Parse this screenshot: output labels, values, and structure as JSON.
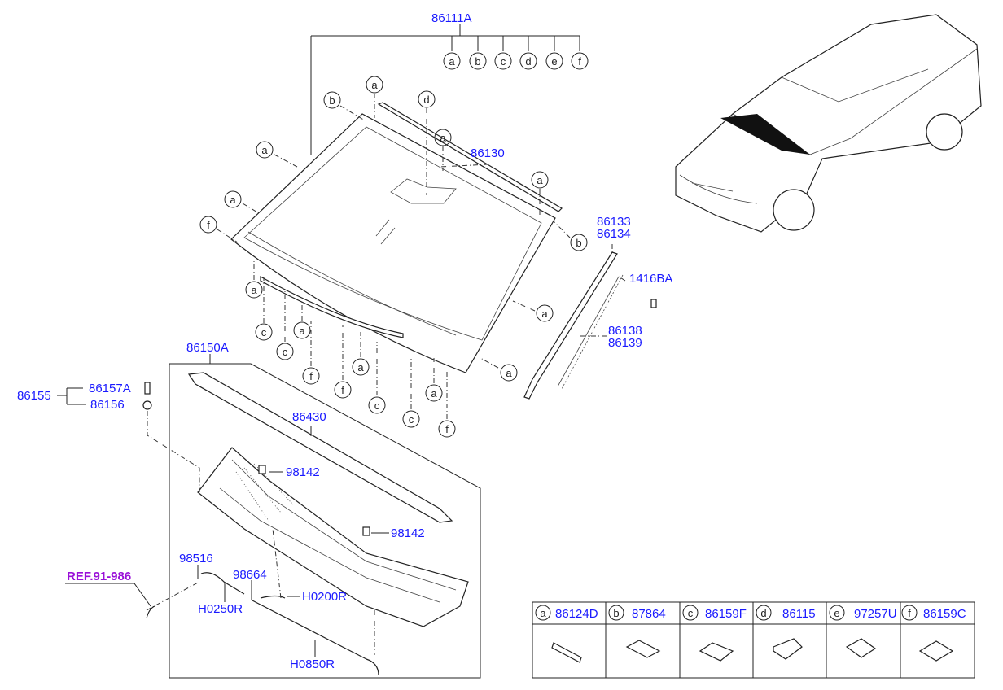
{
  "labels": {
    "p86111A": "86111A",
    "p86130": "86130",
    "p86133": "86133",
    "p86134": "86134",
    "p1416BA": "1416BA",
    "p86138": "86138",
    "p86139": "86139",
    "p86150A": "86150A",
    "p86155": "86155",
    "p86157A": "86157A",
    "p86156": "86156",
    "p86430": "86430",
    "p98142a": "98142",
    "p98142b": "98142",
    "p98516": "98516",
    "p98664": "98664",
    "pH0200R": "H0200R",
    "pH0250R": "H0250R",
    "pH0850R": "H0850R",
    "ref": "REF.91-986"
  },
  "top_callouts": [
    "a",
    "b",
    "c",
    "d",
    "e",
    "f"
  ],
  "callouts": [
    "b",
    "a",
    "d",
    "a",
    "a",
    "a",
    "a",
    "b",
    "f",
    "a",
    "c",
    "c",
    "a",
    "f",
    "f",
    "a",
    "c",
    "c",
    "a",
    "f",
    "a",
    "a"
  ],
  "legend": [
    {
      "letter": "a",
      "part": "86124D"
    },
    {
      "letter": "b",
      "part": "87864"
    },
    {
      "letter": "c",
      "part": "86159F"
    },
    {
      "letter": "d",
      "part": "86115"
    },
    {
      "letter": "e",
      "part": "97257U"
    },
    {
      "letter": "f",
      "part": "86159C"
    }
  ],
  "colors": {
    "label": "#1a1aff",
    "ref": "#9a10d8"
  }
}
